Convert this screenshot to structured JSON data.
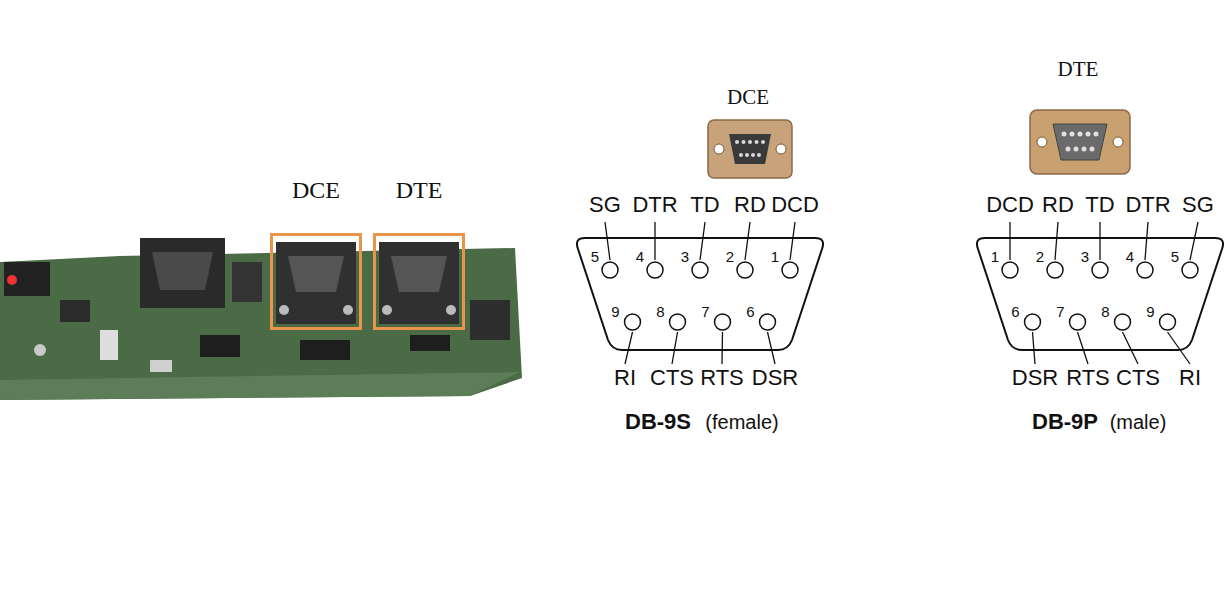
{
  "diagram": {
    "nodes": [
      {
        "text": [
          "DCE"
        ]
      },
      {
        "text": [
          "DTE"
        ]
      }
    ],
    "labels": [
      "DCE",
      "DTE",
      "SG",
      "DTR",
      "TD",
      "RD",
      "DCD",
      "5",
      "4",
      "3",
      "2",
      "1",
      "9",
      "8",
      "7",
      "6",
      "RI",
      "CTS",
      "RTS",
      "DSR",
      "DB-9S",
      "(female)",
      "DCD",
      "RD",
      "TD",
      "DTR",
      "SG",
      "1",
      "2",
      "3",
      "4",
      "5",
      "6",
      "7",
      "8",
      "9",
      "DSR",
      "RTS",
      "CTS",
      "RI",
      "DB-9P",
      "(male)"
    ]
  }
}
